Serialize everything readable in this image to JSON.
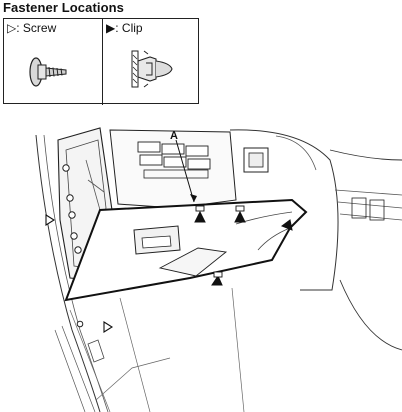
{
  "title": "Fastener Locations",
  "legend": {
    "screw": {
      "symbol": "▷",
      "label": ":  Screw",
      "icon": "screw-icon"
    },
    "clip": {
      "symbol": "▶",
      "label": ": Clip",
      "icon": "clip-icon"
    }
  },
  "diagram": {
    "callout_label": "A",
    "open_marker_meaning": "screw",
    "filled_marker_meaning": "clip"
  }
}
